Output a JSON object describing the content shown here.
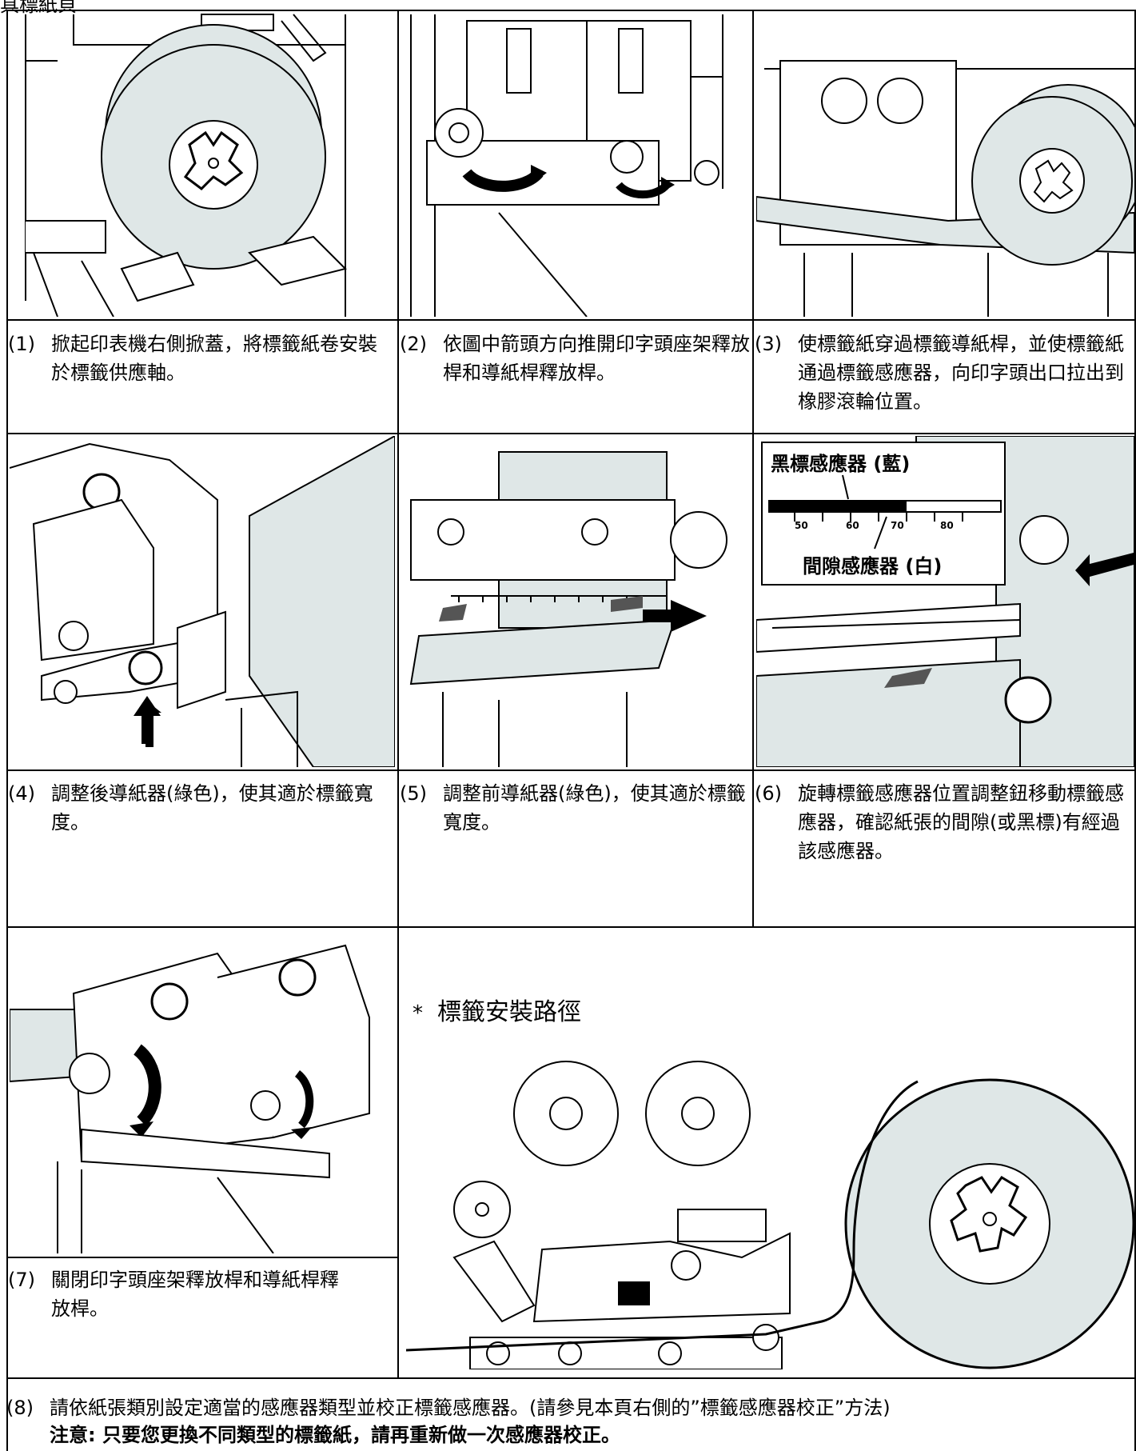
{
  "top_fragment": "具標紙貝",
  "steps": [
    {
      "num": "(1)",
      "text": "掀起印表機右側掀蓋，將標籤紙卷安裝於標籤供應軸。"
    },
    {
      "num": "(2)",
      "text": "依圖中箭頭方向推開印字頭座架釋放桿和導紙桿釋放桿。"
    },
    {
      "num": "(3)",
      "text": "使標籤紙穿過標籤導紙桿，並使標籤紙通過標籤感應器，向印字頭出口拉出到橡膠滾輪位置。"
    },
    {
      "num": "(4)",
      "text": "調整後導紙器(綠色)，使其適於標籤寬度。"
    },
    {
      "num": "(5)",
      "text": "調整前導紙器(綠色)，使其適於標籤寬度。"
    },
    {
      "num": "(6)",
      "text": "旋轉標籤感應器位置調整鈕移動標籤感應器，確認紙張的間隙(或黑標)有經過該感應器。"
    },
    {
      "num": "(7)",
      "text": "關閉印字頭座架釋放桿和導紙桿釋放桿。"
    }
  ],
  "sensor_callout": {
    "black_mark": "黑標感應器 (藍)",
    "gap": "間隙感應器 (白)",
    "ticks": [
      "50",
      "60",
      "70",
      "80"
    ]
  },
  "route": {
    "star": "*",
    "title": "標籤安裝路徑"
  },
  "step8": {
    "num": "(8)",
    "text": "請依紙張類別設定適當的感應器類型並校正標籤感應器。(請參見本頁右側的”標籤感應器校正”方法)",
    "note": "注意: 只要您更換不同類型的標籤紙，請再重新做一次感應器校正。"
  },
  "colors": {
    "paper": "#dfe7e7",
    "line": "#000000"
  }
}
